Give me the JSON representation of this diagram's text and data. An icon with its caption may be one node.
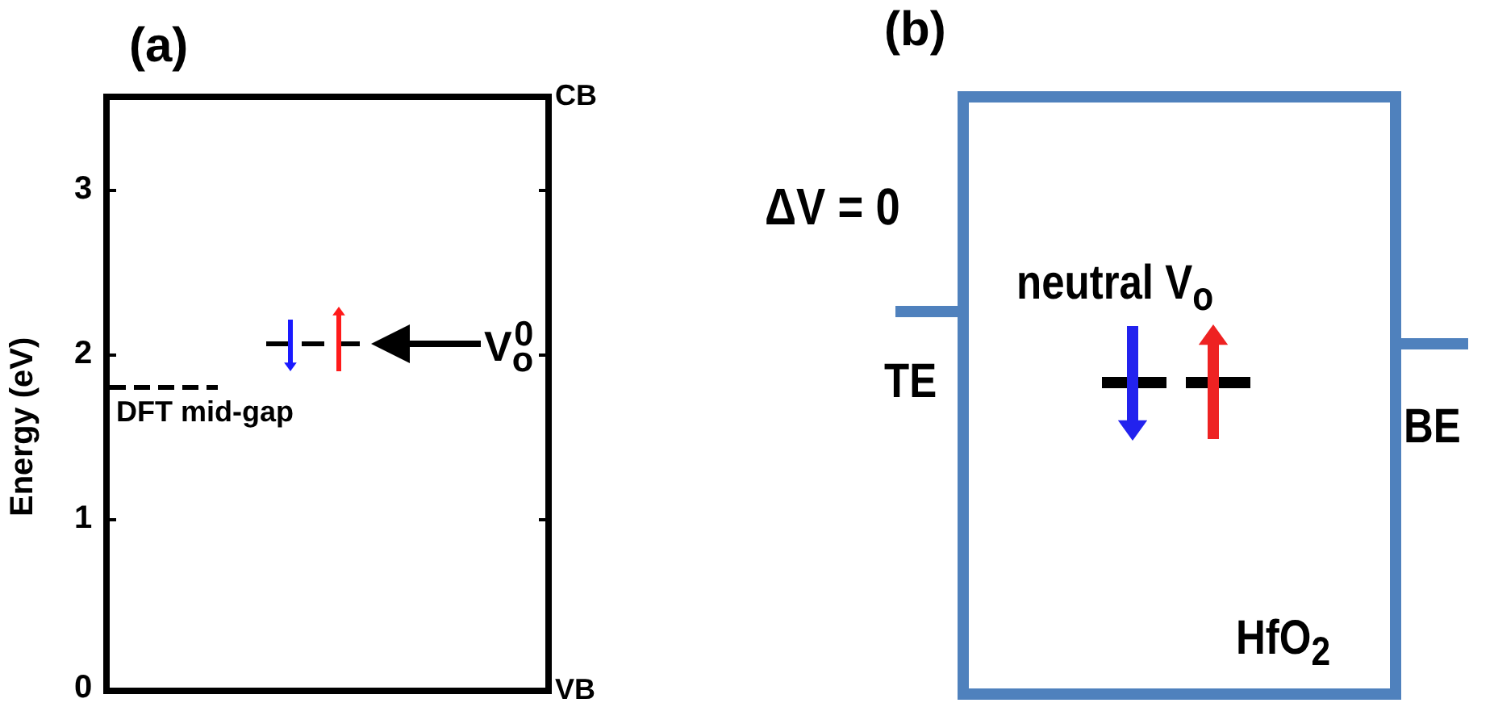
{
  "diagram": {
    "nodes": [
      {
        "text": [
          "V$_{o}$$^{0}$"
        ]
      },
      {
        "text": [],
        "shape": "bar"
      }
    ],
    "edges": [
      {
        "from": 0,
        "to": 1,
        "arrow": "to"
      }
    ],
    "labels": [
      "(a)",
      "(b)",
      "CB",
      "3",
      "2",
      "1",
      "0",
      "Energy (eV)",
      "DFT mid-gap",
      "VB",
      "ΔV = 0",
      "neutral V$_{o}$",
      "TE",
      "BE",
      "HfO$_{2}$"
    ]
  }
}
